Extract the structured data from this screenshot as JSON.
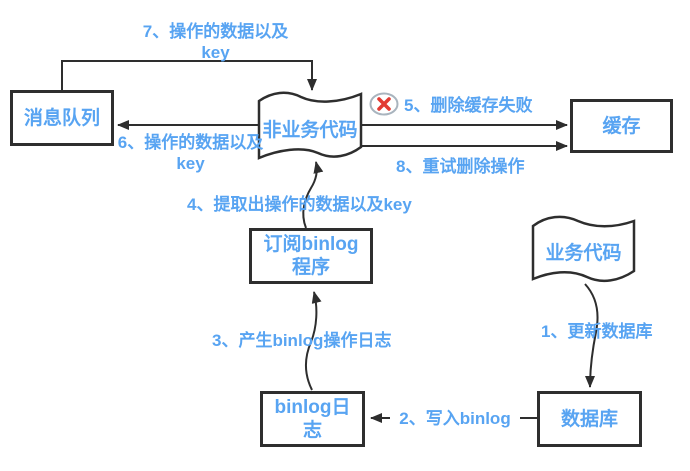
{
  "colors": {
    "accent_blue": "#58a4f2",
    "line_dark": "#2e2e2e",
    "error_red": "#e23b33",
    "badge_ellipse_gray": "#a9b4be",
    "background": "#ffffff"
  },
  "nodes": {
    "message_queue": {
      "label": "消息队列",
      "shape": "rect"
    },
    "non_business_code": {
      "label": "非业务代码",
      "shape": "wave"
    },
    "cache": {
      "label": "缓存",
      "shape": "rect"
    },
    "subscribe_binlog_program": {
      "label": "订阅binlog程序",
      "lines": [
        "订阅binlog",
        "程序"
      ],
      "shape": "rect"
    },
    "business_code": {
      "label": "业务代码",
      "shape": "wave"
    },
    "binlog_log": {
      "label": "binlog日志",
      "lines": [
        "binlog日",
        "志"
      ],
      "shape": "rect"
    },
    "database": {
      "label": "数据库",
      "shape": "rect"
    }
  },
  "edges": {
    "e1": {
      "label": "1、更新数据库",
      "from": "业务代码",
      "to": "数据库"
    },
    "e2": {
      "label": "2、写入binlog",
      "from": "数据库",
      "to": "binlog日志"
    },
    "e3": {
      "label": "3、产生binlog操作日志",
      "from": "binlog日志",
      "to": "订阅binlog程序"
    },
    "e4": {
      "label": "4、提取出操作的数据以及key",
      "from": "订阅binlog程序",
      "to": "非业务代码"
    },
    "e5": {
      "label": "5、删除缓存失败",
      "from": "非业务代码",
      "to": "缓存"
    },
    "e6": {
      "label": "6、操作的数据以及key",
      "lines": [
        "6、操作的数据以及",
        "key"
      ],
      "from": "非业务代码",
      "to": "消息队列"
    },
    "e7": {
      "label": "7、操作的数据以及key",
      "lines": [
        "7、操作的数据以及",
        "key"
      ],
      "from": "消息队列",
      "to": "非业务代码"
    },
    "e8": {
      "label": "8、重试删除操作",
      "from": "非业务代码",
      "to": "缓存"
    }
  },
  "icons": {
    "delete_failed": "✖"
  }
}
